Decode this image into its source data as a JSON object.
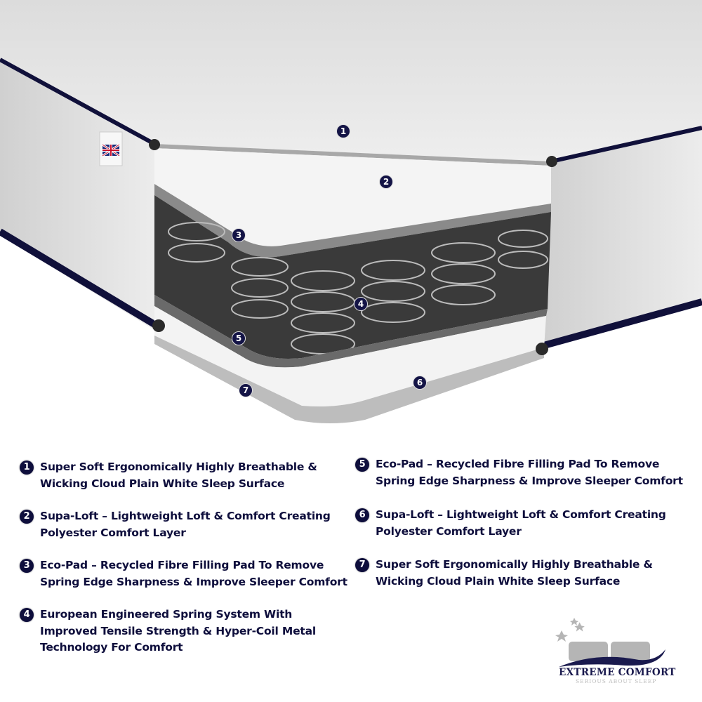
{
  "colors": {
    "text": "#0e0e3c",
    "badge": "#0e0e3c",
    "piping": "#10103a",
    "fabric": "#e6e6e6",
    "springs_bg": "#3a3a3a"
  },
  "markers": [
    "1",
    "2",
    "3",
    "4",
    "5",
    "6",
    "7"
  ],
  "legend": [
    {
      "num": "1",
      "text": "Super Soft Ergonomically Highly Breathable &\nWicking Cloud Plain White Sleep Surface"
    },
    {
      "num": "2",
      "text": "Supa-Loft – Lightweight  Loft & Comfort Creating\nPolyester Comfort Layer"
    },
    {
      "num": "3",
      "text": "Eco-Pad – Recycled Fibre Filling Pad To Remove\nSpring Edge Sharpness & Improve Sleeper Comfort"
    },
    {
      "num": "4",
      "text": "European Engineered Spring System With\nImproved Tensile Strength & Hyper-Coil Metal\nTechnology For Comfort"
    },
    {
      "num": "5",
      "text": "Eco-Pad – Recycled Fibre Filling Pad To Remove\nSpring Edge Sharpness & Improve Sleeper Comfort"
    },
    {
      "num": "6",
      "text": "Supa-Loft – Lightweight  Loft & Comfort Creating\nPolyester Comfort Layer"
    },
    {
      "num": "7",
      "text": "Super Soft Ergonomically Highly Breathable &\nWicking Cloud Plain White Sleep Surface"
    }
  ],
  "logo": {
    "brand": "EXTREME COMFORT",
    "tagline": "SERIOUS ABOUT SLEEP"
  },
  "flag_label": "uk-flag"
}
